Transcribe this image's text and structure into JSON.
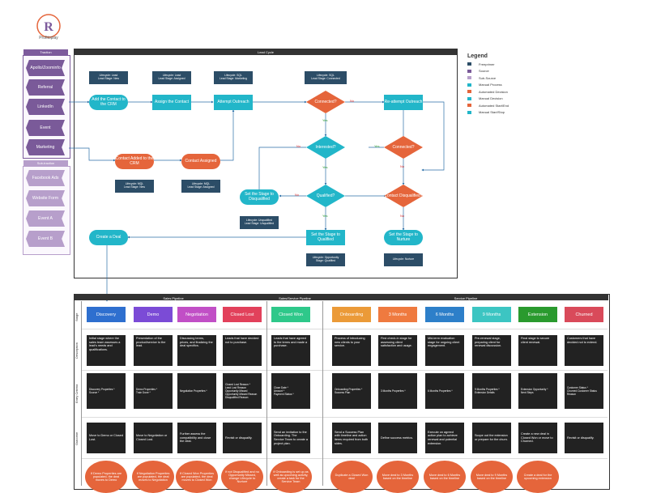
{
  "brand": {
    "name": "Profitoplay",
    "logo_letter": "R"
  },
  "sources": {
    "title": "Traction",
    "items": [
      "Apollo/Zoominfo",
      "Referral",
      "LinkedIn",
      "Event",
      "Marketing"
    ],
    "sub_title": "Sub-traction",
    "sub_items": [
      "Facebook Ads",
      "Website Form",
      "Event A",
      "Event B"
    ]
  },
  "lead_cycle": {
    "title": "Lead Cycle",
    "notes": {
      "n1": "Lifecycle: Lead\nLead Stage: New",
      "n2": "Lifecycle: Lead\nLead Stage: Assigned",
      "n3": "Lifecycle: SQL\nLead Stage: Marketing",
      "n4": "Lifecycle: SQL\nLead Stage: Connected",
      "n5": "Lifecycle: MQL\nLead Stage: New",
      "n6": "Lifecycle: MQL\nLead Stage: Assigned",
      "n7": "Lifecycle: Unqualified\nLead Stage: Unqualified",
      "n8": "Lifecycle: Opportunity\nStage: Qualified",
      "n9": "Lifecycle: Nurture"
    },
    "nodes": {
      "add_contact": "Add the Contact to the CRM",
      "assign": "Assign the Contact",
      "attempt": "Attempt Outreach",
      "connected": "Connected?",
      "reattempt": "Re-attempt Outreach",
      "interested": "Interested?",
      "connected2": "Connected?",
      "added_crm": "Contact Added to the CRM",
      "contact_assigned": "Contact Assigned",
      "disqualified": "Set the Stage to Disqualified",
      "qualified_q": "Qualified?",
      "contact_disq": "Contact Disqualified?",
      "set_qualified": "Set the Stage to Qualified",
      "nurture": "Set the Stage to Nurture",
      "create_deal": "Create a Deal"
    },
    "yes": "Yes",
    "no": "No"
  },
  "legend": {
    "title": "Legend",
    "items": [
      {
        "label": "Freeprimer",
        "color": "#2c4d67"
      },
      {
        "label": "Source",
        "color": "#7a5a99"
      },
      {
        "label": "Sub-Source",
        "color": "#b79fcb"
      },
      {
        "label": "Manual Process",
        "color": "#22b6c9"
      },
      {
        "label": "Automated Decision",
        "color": "#e5653b"
      },
      {
        "label": "Manual Decision",
        "color": "#22b6c9"
      },
      {
        "label": "Automated Start/End",
        "color": "#e5653b"
      },
      {
        "label": "Manual Start/Stop",
        "color": "#22b6c9"
      }
    ]
  },
  "pipelines": {
    "sales_title": "Sales Pipeline",
    "sales_service_title": "Sales/Service Pipeline",
    "service_title": "Service Pipeline",
    "row_labels": [
      "Stage",
      "Description",
      "Entry Criteria",
      "Outcome"
    ],
    "stages": [
      {
        "name": "Discovery",
        "color": "#2e6fcf",
        "desc": "Initial stage where the sales team assesses a lead's needs and qualifications.",
        "entry": "Discovery Properties *\nSource *",
        "outcome": "Move to Demo or Closed Lost.",
        "circle": "If Demo Properties are populated, the deal moves to Demo"
      },
      {
        "name": "Demo",
        "color": "#7b4bd6",
        "desc": "Presentation of the product/service to the lead.",
        "entry": "Demo Properties *\nTrain Done *",
        "outcome": "Move to Negotiation or Closed Lost.",
        "circle": "If Negotiation Properties are populated, the deal moves to Negotiation"
      },
      {
        "name": "Negotiation",
        "color": "#c14fc6",
        "desc": "Discussing terms, prices, and finalizing the deal specifics.",
        "entry": "Negotiation Properties *",
        "outcome": "Further assess the compatibility and close the deal.",
        "circle": "If Closed Won Properties are populated, the deal moves to Closed Won"
      },
      {
        "name": "Closed Lost",
        "color": "#e2415b",
        "desc": "Leads that have decided not to purchase.",
        "entry": "Closed Lost Reason *\nLead Lost Reason\nOpportunity Missed\nOpportunity Missed Reason\nDisqualified Reason",
        "outcome": "Revisit or disqualify.",
        "circle": "If not Disqualified and no Opportunity Missed, change Lifecycle to Nurture"
      },
      {
        "name": "Closed Won",
        "color": "#2ec88a",
        "desc": "Leads that have agreed to the terms and made a purchase.",
        "entry": "Close Date *\nAmount *\nPayment Status *",
        "outcome": "Send an invitation to the Onboarding. The Service Team to create a project plan.",
        "circle": "If Onboarding is set up as well as upcoming activity, create a task for the Service Team"
      },
      {
        "name": "Onboarding",
        "color": "#eb9a38",
        "desc": "Process of introducing new clients to your service.",
        "entry": "Onboarding Properties *\nSuccess Plan",
        "outcome": "Send a Success Plan with timeline and action items required from both sides.",
        "circle": "Duplicate a Closed Won deal"
      },
      {
        "name": "3 Months",
        "color": "#ef7a3f",
        "desc": "First check-in stage for assessing client satisfaction and usage.",
        "entry": "3 Months Properties *",
        "outcome": "Define success metrics.",
        "circle": "Move deal to 3 Months based on the timeline"
      },
      {
        "name": "6 Months",
        "color": "#2d7fc9",
        "desc": "Mid-term evaluation stage for ongoing client engagement.",
        "entry": "6 Months Properties *",
        "outcome": "Execute on agreed action plan to achieve renewal and potential extension.",
        "circle": "Move deal to 6 Months based on the timeline"
      },
      {
        "name": "9 Months",
        "color": "#3cc5c2",
        "desc": "Pre-renewal stage, preparing client for renewal discussion.",
        "entry": "9 Months Properties *\nExtension Details",
        "outcome": "Scope out the extension or prepare for the churn.",
        "circle": "Move deal to 9 Months based on the timeline"
      },
      {
        "name": "Extension",
        "color": "#2a9a2e",
        "desc": "Final stage to secure client renewal.",
        "entry": "Extension Opportunity *\nNext Steps",
        "outcome": "Create a new deal in Closed Won or move to Churned.",
        "circle": "Create a deal for the upcoming extension"
      },
      {
        "name": "Churned",
        "color": "#d94a5a",
        "desc": "Customers that have decided not to extend.",
        "entry": "Customer Status *\nChurned Customer Status Reason",
        "outcome": "Revisit or disqualify.",
        "circle": ""
      }
    ]
  }
}
